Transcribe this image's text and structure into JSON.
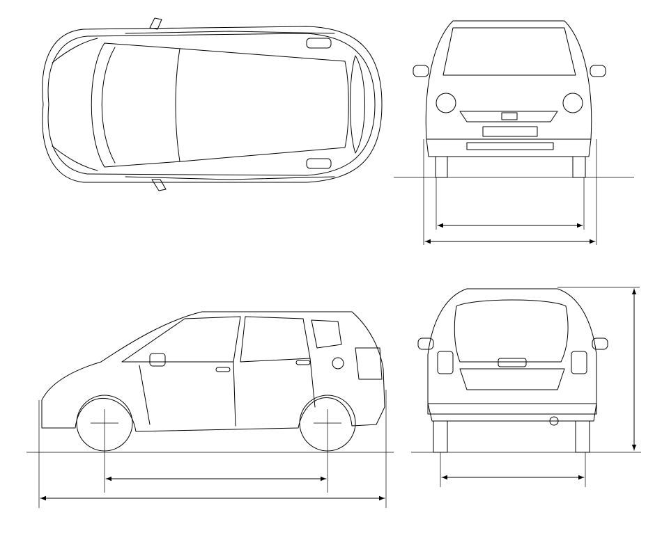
{
  "drawing": {
    "views": [
      "top-view",
      "front-view",
      "side-view",
      "rear-view"
    ],
    "line_color": "#000000",
    "background": "#ffffff",
    "dimension_lines": [
      "front-track-dimension",
      "front-width-dimension",
      "wheelbase-dimension",
      "overall-length-dimension",
      "rear-track-dimension",
      "height-dimension"
    ]
  }
}
